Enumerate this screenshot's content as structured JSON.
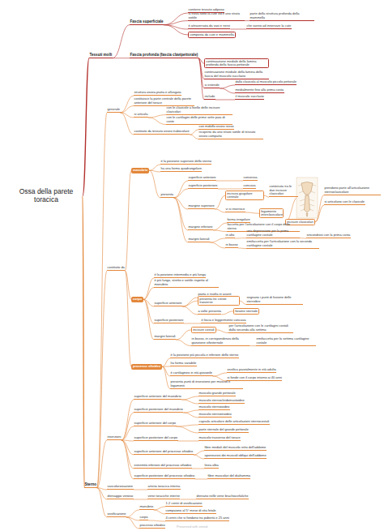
{
  "diagram": {
    "nodes": [
      {
        "text": [
          "Ossa della parete toracica"
        ]
      },
      {
        "text": [
          "Tessuti molli"
        ]
      },
      {
        "text": [
          "Fascia superficiale"
        ]
      },
      {
        "text": [
          "contiene tessuto adiposo"
        ]
      },
      {
        "text": [
          "si trova sotto la cute ed è uno strato sottile"
        ]
      },
      {
        "text": [
          "parte della struttura profonda della mammella"
        ]
      },
      {
        "text": [
          "è attraversata da vasi e nervi"
        ]
      },
      {
        "text": [
          "che vanno ad innervare la cute"
        ]
      },
      {
        "text": [
          "composta da cute e mammella"
        ]
      },
      {
        "text": [
          "Fascia profonda (fascia clavipettorale)"
        ]
      },
      {
        "text": [
          "continuazione mediale della lamina profonda della fascia pettorale"
        ]
      },
      {
        "text": [
          "continuazione mediale della lamina della fascia del muscolo succlavio"
        ]
      },
      {
        "text": [
          "si estende"
        ]
      },
      {
        "text": [
          "dalla clavicola al muscolo piccolo pettorale"
        ]
      },
      {
        "text": [
          "medialmente fino alla prima costa"
        ]
      },
      {
        "text": [
          "include"
        ]
      },
      {
        "text": [
          "il muscolo succlavio"
        ]
      },
      {
        "text": [
          "Sterno"
        ]
      },
      {
        "text": [
          "generale"
        ]
      },
      {
        "text": [
          "struttura ossea piatta e allungata"
        ]
      },
      {
        "text": [
          "costituisce la parte centrale della parete anteriore del torace"
        ]
      },
      {
        "text": [
          "si articola"
        ]
      },
      {
        "text": [
          "con le clavicole a livello delle incisure clavicolari"
        ]
      },
      {
        "text": [
          "con le cartilagini delle prime sette paia di coste"
        ]
      },
      {
        "text": [
          "costituito da tessuto osseo trabecolare"
        ]
      },
      {
        "text": [
          "con midollo osseo rosso"
        ]
      },
      {
        "text": [
          "ricoperto da uno strato sottile di tessuto osseo compatto"
        ]
      },
      {
        "text": [
          "costituito da"
        ]
      },
      {
        "text": [
          "manubrio"
        ]
      },
      {
        "text": [
          "è la porzione superiore dello sterno"
        ]
      },
      {
        "text": [
          "ha una forma quadrangolare"
        ]
      },
      {
        "text": [
          "presenta"
        ]
      },
      {
        "text": [
          "superficie anteriore"
        ]
      },
      {
        "text": [
          "convessa"
        ]
      },
      {
        "text": [
          "superficie posteriore"
        ]
      },
      {
        "text": [
          "concava"
        ]
      },
      {
        "text": [
          "margine superiore"
        ]
      },
      {
        "text": [
          "incisura giugulare centrale"
        ]
      },
      {
        "text": [
          "contenuta tra le due incisure clavicolari"
        ]
      },
      {
        "text": [
          "incisure clavicolari"
        ]
      },
      {
        "text": [
          "prendono parte all'articolazione sternoclavicolare"
        ]
      },
      {
        "text": [
          "si articolano con le clavicole"
        ]
      },
      {
        "text": [
          "vi si inserisce"
        ]
      },
      {
        "text": [
          "legamento interclavicolare"
        ]
      },
      {
        "text": [
          "margine inferiore"
        ]
      },
      {
        "text": [
          "forma irregolare"
        ]
      },
      {
        "text": [
          "faccetta per l'articolazione con il corpo dello sterno"
        ]
      },
      {
        "text": [
          "margini laterali"
        ]
      },
      {
        "text": [
          "in alto"
        ]
      },
      {
        "text": [
          "una depressione per la prima cartilagine costale"
        ]
      },
      {
        "text": [
          "sincondrosi con la prima costa"
        ]
      },
      {
        "text": [
          "in basso"
        ]
      },
      {
        "text": [
          "emifaccetta per l'articolazione con la seconda cartilagine costale"
        ]
      },
      {
        "text": [
          "corpo"
        ]
      },
      {
        "text": [
          "è la porzione intermedia e più lunga"
        ]
      },
      {
        "text": [
          "è più lungo, stretto e sottile rispetto al manubrio"
        ]
      },
      {
        "text": [
          "superficie anteriore"
        ]
      },
      {
        "text": [
          "piatta e rivolta in avanti"
        ]
      },
      {
        "text": [
          "presenta tre creste trasverse"
        ]
      },
      {
        "text": [
          "segnano i punti di fusione delle sternebre"
        ]
      },
      {
        "text": [
          "a volte presenta"
        ]
      },
      {
        "text": [
          "forame sternale"
        ]
      },
      {
        "text": [
          "superficie posteriore"
        ]
      },
      {
        "text": [
          "è liscia e leggermente concava"
        ]
      },
      {
        "text": [
          "margini laterali"
        ]
      },
      {
        "text": [
          "incisure costali"
        ]
      },
      {
        "text": [
          "per l'articolazione con le cartilagini costali dalla seconda alla settima"
        ]
      },
      {
        "text": [
          "in basso, in corrispondenza della giunzione xifosternale"
        ]
      },
      {
        "text": [
          "emifaccetta per la settima cartilagine costale"
        ]
      },
      {
        "text": [
          "processo xifoideo"
        ]
      },
      {
        "text": [
          "è la porzione più piccola e inferiore dello sterno"
        ]
      },
      {
        "text": [
          "ha forma variabile"
        ]
      },
      {
        "text": [
          "è cartilagineo in età giovanile"
        ]
      },
      {
        "text": [
          "ossifica parzialmente in età adulta"
        ]
      },
      {
        "text": [
          "si fonde con il corpo intorno ai 40 anni"
        ]
      },
      {
        "text": [
          "presenta punti di inserzione per muscoli e legamenti"
        ]
      },
      {
        "text": [
          "inserzioni"
        ]
      },
      {
        "text": [
          "superficie anteriore del manubrio"
        ]
      },
      {
        "text": [
          "muscolo grande pettorale"
        ]
      },
      {
        "text": [
          "muscolo sternocleidomastoideo"
        ]
      },
      {
        "text": [
          "superficie posteriore del manubrio"
        ]
      },
      {
        "text": [
          "muscolo sternoioideo"
        ]
      },
      {
        "text": [
          "muscolo sternotiroideo"
        ]
      },
      {
        "text": [
          "superficie anteriore del corpo"
        ]
      },
      {
        "text": [
          "capsula articolare delle articolazioni sternocostali"
        ]
      },
      {
        "text": [
          "parte sternale del grande pettorale"
        ]
      },
      {
        "text": [
          "superficie posteriore del corpo"
        ]
      },
      {
        "text": [
          "muscolo trasverso del torace"
        ]
      },
      {
        "text": [
          "superficie anteriore del processo xifoideo"
        ]
      },
      {
        "text": [
          "fibre mediali del muscolo retto dell'addome"
        ]
      },
      {
        "text": [
          "aponeurosi dei muscoli obliqui dell'addome"
        ]
      },
      {
        "text": [
          "estremità inferiore del processo xifoideo"
        ]
      },
      {
        "text": [
          "linea alba"
        ]
      },
      {
        "text": [
          "superficie posteriore del processo xifoideo"
        ]
      },
      {
        "text": [
          "fibre muscolari del diaframma"
        ]
      },
      {
        "text": [
          "vascolarizzazione"
        ]
      },
      {
        "text": [
          "arteria toracica interna"
        ]
      },
      {
        "text": [
          "drenaggio venoso"
        ]
      },
      {
        "text": [
          "vene toraciche interne"
        ]
      },
      {
        "text": [
          "drenano nelle vene brachiocefaliche"
        ]
      },
      {
        "text": [
          "ossificazione"
        ]
      },
      {
        "text": [
          "manubrio"
        ]
      },
      {
        "text": [
          "1-2 centri di ossificazione"
        ]
      },
      {
        "text": [
          "compaiono al 5° mese di vita fetale"
        ]
      },
      {
        "text": [
          "corpo"
        ]
      },
      {
        "text": [
          "4 centri che si fondono tra pubertà e 25 anni"
        ]
      },
      {
        "text": [
          "processo xifoideo"
        ]
      }
    ],
    "edges": [
      {
        "from": 0,
        "to": 1,
        "arrow": "none"
      },
      {
        "from": 1,
        "to": 2,
        "arrow": "none"
      },
      {
        "from": 2,
        "to": 3,
        "arrow": "none"
      },
      {
        "from": 2,
        "to": 4,
        "arrow": "none"
      },
      {
        "from": 4,
        "to": 5,
        "arrow": "none"
      },
      {
        "from": 2,
        "to": 6,
        "arrow": "none"
      },
      {
        "from": 6,
        "to": 7,
        "arrow": "none"
      },
      {
        "from": 2,
        "to": 8,
        "arrow": "none"
      },
      {
        "from": 1,
        "to": 9,
        "arrow": "none"
      },
      {
        "from": 9,
        "to": 10,
        "arrow": "none"
      },
      {
        "from": 9,
        "to": 11,
        "arrow": "none"
      },
      {
        "from": 9,
        "to": 12,
        "arrow": "none"
      },
      {
        "from": 12,
        "to": 13,
        "arrow": "none"
      },
      {
        "from": 12,
        "to": 14,
        "arrow": "none"
      },
      {
        "from": 9,
        "to": 15,
        "arrow": "none"
      },
      {
        "from": 15,
        "to": 16,
        "arrow": "none"
      },
      {
        "from": 0,
        "to": 17,
        "arrow": "none"
      },
      {
        "from": 17,
        "to": 18,
        "arrow": "none"
      },
      {
        "from": 18,
        "to": 19,
        "arrow": "none"
      },
      {
        "from": 18,
        "to": 20,
        "arrow": "none"
      },
      {
        "from": 18,
        "to": 21,
        "arrow": "none"
      },
      {
        "from": 21,
        "to": 22,
        "arrow": "none"
      },
      {
        "from": 21,
        "to": 23,
        "arrow": "none"
      },
      {
        "from": 18,
        "to": 24,
        "arrow": "none"
      },
      {
        "from": 24,
        "to": 25,
        "arrow": "none"
      },
      {
        "from": 24,
        "to": 26,
        "arrow": "none"
      },
      {
        "from": 17,
        "to": 27,
        "arrow": "none"
      },
      {
        "from": 27,
        "to": 28,
        "arrow": "none"
      },
      {
        "from": 28,
        "to": 29,
        "arrow": "none"
      },
      {
        "from": 28,
        "to": 30,
        "arrow": "none"
      },
      {
        "from": 28,
        "to": 31,
        "arrow": "none"
      },
      {
        "from": 31,
        "to": 32,
        "arrow": "none"
      },
      {
        "from": 32,
        "to": 33,
        "arrow": "none"
      },
      {
        "from": 31,
        "to": 34,
        "arrow": "none"
      },
      {
        "from": 34,
        "to": 35,
        "arrow": "none"
      },
      {
        "from": 31,
        "to": 36,
        "arrow": "none"
      },
      {
        "from": 36,
        "to": 37,
        "arrow": "none"
      },
      {
        "from": 37,
        "to": 38,
        "arrow": "none"
      },
      {
        "from": 38,
        "to": 39,
        "arrow": "none"
      },
      {
        "from": 39,
        "to": 40,
        "arrow": "none"
      },
      {
        "from": 39,
        "to": 41,
        "arrow": "none"
      },
      {
        "from": 36,
        "to": 42,
        "arrow": "none"
      },
      {
        "from": 42,
        "to": 43,
        "arrow": "none"
      },
      {
        "from": 31,
        "to": 44,
        "arrow": "none"
      },
      {
        "from": 44,
        "to": 45,
        "arrow": "none"
      },
      {
        "from": 44,
        "to": 46,
        "arrow": "none"
      },
      {
        "from": 31,
        "to": 47,
        "arrow": "none"
      },
      {
        "from": 47,
        "to": 48,
        "arrow": "none"
      },
      {
        "from": 48,
        "to": 49,
        "arrow": "none"
      },
      {
        "from": 49,
        "to": 50,
        "arrow": "none"
      },
      {
        "from": 47,
        "to": 51,
        "arrow": "none"
      },
      {
        "from": 51,
        "to": 52,
        "arrow": "none"
      },
      {
        "from": 27,
        "to": 53,
        "arrow": "none"
      },
      {
        "from": 53,
        "to": 54,
        "arrow": "none"
      },
      {
        "from": 53,
        "to": 55,
        "arrow": "none"
      },
      {
        "from": 53,
        "to": 56,
        "arrow": "none"
      },
      {
        "from": 56,
        "to": 57,
        "arrow": "none"
      },
      {
        "from": 56,
        "to": 58,
        "arrow": "none"
      },
      {
        "from": 58,
        "to": 59,
        "arrow": "none"
      },
      {
        "from": 56,
        "to": 60,
        "arrow": "none"
      },
      {
        "from": 60,
        "to": 61,
        "arrow": "none"
      },
      {
        "from": 53,
        "to": 62,
        "arrow": "none"
      },
      {
        "from": 62,
        "to": 63,
        "arrow": "none"
      },
      {
        "from": 53,
        "to": 64,
        "arrow": "none"
      },
      {
        "from": 64,
        "to": 65,
        "arrow": "none"
      },
      {
        "from": 65,
        "to": 66,
        "arrow": "none"
      },
      {
        "from": 64,
        "to": 67,
        "arrow": "none"
      },
      {
        "from": 67,
        "to": 68,
        "arrow": "none"
      },
      {
        "from": 27,
        "to": 69,
        "arrow": "none"
      },
      {
        "from": 69,
        "to": 70,
        "arrow": "none"
      },
      {
        "from": 69,
        "to": 71,
        "arrow": "none"
      },
      {
        "from": 69,
        "to": 72,
        "arrow": "none"
      },
      {
        "from": 72,
        "to": 73,
        "arrow": "none"
      },
      {
        "from": 72,
        "to": 74,
        "arrow": "none"
      },
      {
        "from": 69,
        "to": 75,
        "arrow": "none"
      },
      {
        "from": 17,
        "to": 76,
        "arrow": "none"
      },
      {
        "from": 76,
        "to": 77,
        "arrow": "none"
      },
      {
        "from": 77,
        "to": 78,
        "arrow": "none"
      },
      {
        "from": 77,
        "to": 79,
        "arrow": "none"
      },
      {
        "from": 76,
        "to": 80,
        "arrow": "none"
      },
      {
        "from": 80,
        "to": 81,
        "arrow": "none"
      },
      {
        "from": 80,
        "to": 82,
        "arrow": "none"
      },
      {
        "from": 76,
        "to": 83,
        "arrow": "none"
      },
      {
        "from": 83,
        "to": 84,
        "arrow": "none"
      },
      {
        "from": 83,
        "to": 85,
        "arrow": "none"
      },
      {
        "from": 76,
        "to": 86,
        "arrow": "none"
      },
      {
        "from": 86,
        "to": 87,
        "arrow": "none"
      },
      {
        "from": 76,
        "to": 88,
        "arrow": "none"
      },
      {
        "from": 88,
        "to": 89,
        "arrow": "none"
      },
      {
        "from": 88,
        "to": 90,
        "arrow": "none"
      },
      {
        "from": 76,
        "to": 91,
        "arrow": "none"
      },
      {
        "from": 91,
        "to": 92,
        "arrow": "none"
      },
      {
        "from": 76,
        "to": 93,
        "arrow": "none"
      },
      {
        "from": 93,
        "to": 94,
        "arrow": "none"
      },
      {
        "from": 17,
        "to": 95,
        "arrow": "none"
      },
      {
        "from": 95,
        "to": 96,
        "arrow": "none"
      },
      {
        "from": 17,
        "to": 97,
        "arrow": "none"
      },
      {
        "from": 97,
        "to": 98,
        "arrow": "none"
      },
      {
        "from": 98,
        "to": 99,
        "arrow": "none"
      },
      {
        "from": 17,
        "to": 100,
        "arrow": "none"
      },
      {
        "from": 100,
        "to": 101,
        "arrow": "none"
      },
      {
        "from": 101,
        "to": 102,
        "arrow": "none"
      },
      {
        "from": 101,
        "to": 103,
        "arrow": "none"
      },
      {
        "from": 100,
        "to": 104,
        "arrow": "none"
      },
      {
        "from": 104,
        "to": 105,
        "arrow": "none"
      },
      {
        "from": 100,
        "to": 106,
        "arrow": "none"
      }
    ],
    "labels": [
      "Presented with xmind"
    ]
  }
}
